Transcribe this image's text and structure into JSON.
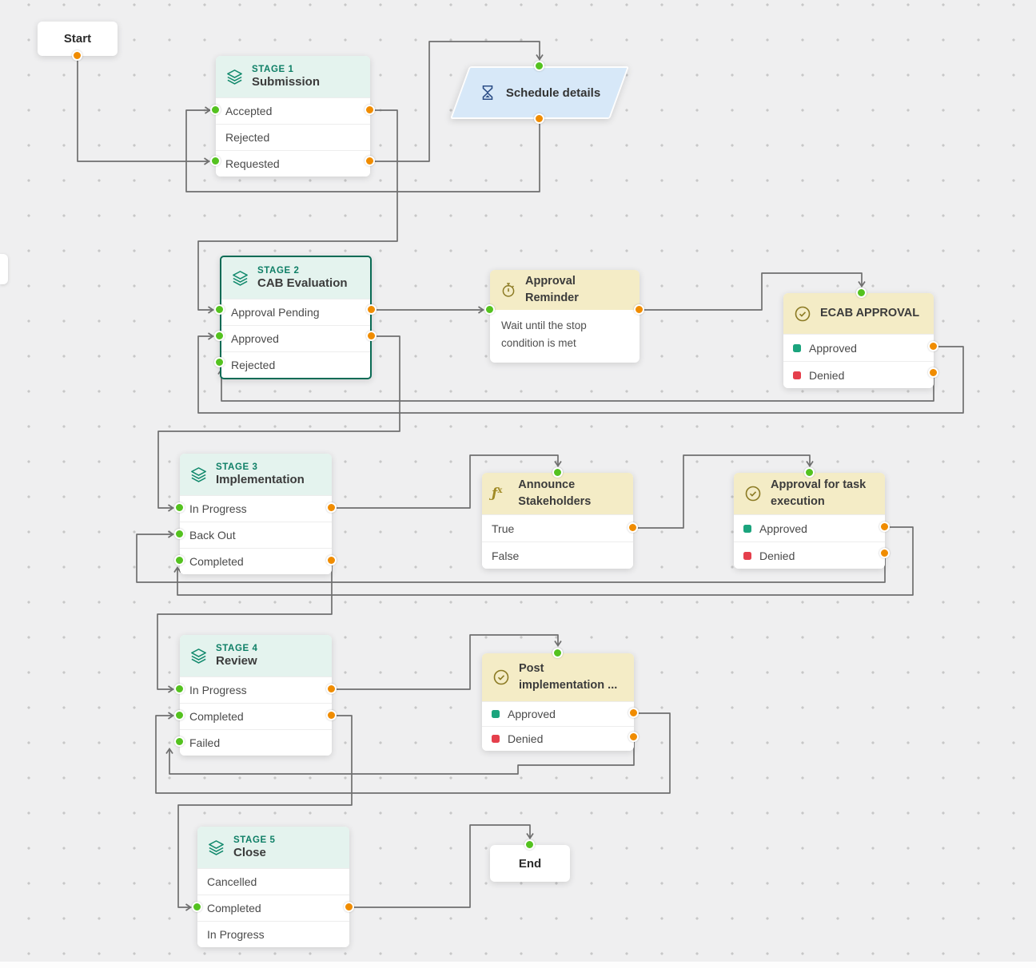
{
  "canvas": {
    "background": "#efeff0",
    "dot_color": "#c7c7c8"
  },
  "colors": {
    "stage_header_bg": "#e4f3ee",
    "stage_accent": "#0e7f66",
    "selected_border": "#0a6b55",
    "task_header_bg": "#f4ecc6",
    "task_icon": "#8b7a23",
    "schedule_bg": "#d7e8f8",
    "schedule_icon": "#2b4d86",
    "input_port": "#54c21f",
    "output_port": "#f08c00",
    "approved_bullet": "#1ba47d",
    "denied_bullet": "#e53f4c",
    "connector": "#6f6f6f"
  },
  "nodes": {
    "start": {
      "label": "Start"
    },
    "end": {
      "label": "End"
    },
    "schedule": {
      "label": "Schedule details",
      "icon": "hourglass-icon"
    },
    "stage1": {
      "badge": "STAGE 1",
      "title": "Submission",
      "icon": "layers-icon",
      "rows": [
        "Accepted",
        "Rejected",
        "Requested"
      ]
    },
    "stage2": {
      "badge": "STAGE 2",
      "title": "CAB Evaluation",
      "icon": "layers-icon",
      "rows": [
        "Approval Pending",
        "Approved",
        "Rejected"
      ],
      "selected": "true"
    },
    "stage3": {
      "badge": "STAGE 3",
      "title": "Implementation",
      "icon": "layers-icon",
      "rows": [
        "In Progress",
        "Back Out",
        "Completed"
      ]
    },
    "stage4": {
      "badge": "STAGE 4",
      "title": "Review",
      "icon": "layers-icon",
      "rows": [
        "In Progress",
        "Completed",
        "Failed"
      ]
    },
    "stage5": {
      "badge": "STAGE 5",
      "title": "Close",
      "icon": "layers-icon",
      "rows": [
        "Cancelled",
        "Completed",
        "In Progress"
      ]
    },
    "approval_reminder": {
      "title": "Approval Reminder",
      "icon": "stopwatch-icon",
      "body": "Wait until the stop condition is met"
    },
    "ecab": {
      "title": "ECAB APPROVAL",
      "icon": "check-circle-icon",
      "rows": [
        "Approved",
        "Denied"
      ]
    },
    "announce": {
      "title": "Announce Stakeholders",
      "icon": "fx-icon",
      "rows": [
        "True",
        "False"
      ]
    },
    "task_approval": {
      "title": "Approval for task execution",
      "icon": "check-circle-icon",
      "rows": [
        "Approved",
        "Denied"
      ]
    },
    "post_review": {
      "title": "Post implementation ...",
      "icon": "check-circle-icon",
      "rows": [
        "Approved",
        "Denied"
      ]
    }
  }
}
